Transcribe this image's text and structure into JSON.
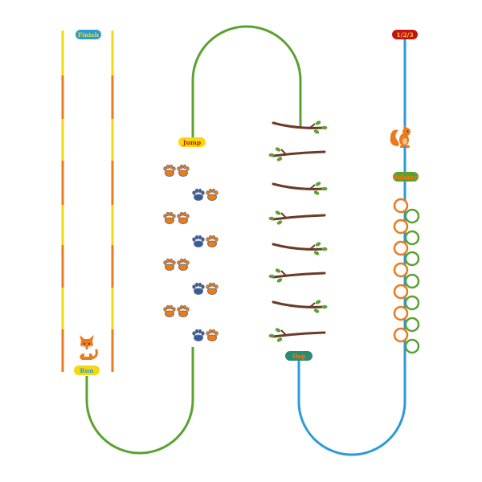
{
  "labels": {
    "finish": "Finish",
    "run": "Run",
    "jump": "Jump",
    "climb": "1/2/3",
    "balance": "Balance",
    "hop": "Hop"
  },
  "colors": {
    "yellow": "#f6d80c",
    "orange": "#ec7a1c",
    "green": "#5aa232",
    "blue": "#2d9ad8",
    "red": "#c4121a",
    "teal": "#2e8b70",
    "paw_orange": "#f07b14",
    "paw_blue": "#2e5ea8",
    "paw_gray": "#6f6f6f",
    "branch": "#6b3b2a",
    "leaf": "#5aa232"
  },
  "icons": [
    "fox-icon",
    "squirrel-icon",
    "paw-print-icon",
    "branch-icon",
    "hoop-icon"
  ]
}
